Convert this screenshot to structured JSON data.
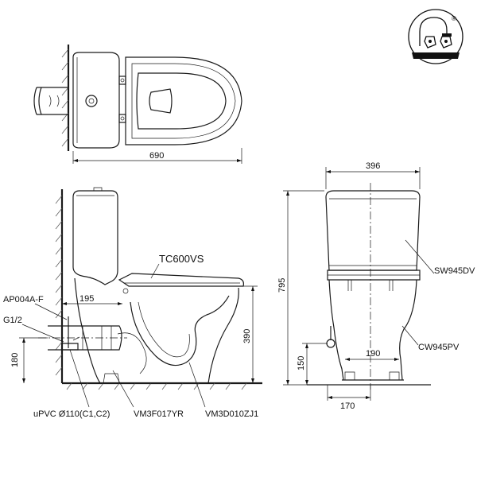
{
  "dimensions": {
    "top_length": "690",
    "front_width": "396",
    "total_height": "795",
    "rim_height": "390",
    "outlet_height": "180",
    "outlet_distance": "195",
    "inlet_height": "150",
    "foot_span": "190",
    "foot_width": "170"
  },
  "labels": {
    "seat": "TC600VS",
    "supply_valve": "AP004A-F",
    "thread": "G1/2",
    "pipe": "uPVC Ø110(C1,C2)",
    "flange": "VM3F017YR",
    "bowl_part": "VM3D010ZJ1",
    "tank": "SW945DV",
    "bowl": "CW945PV"
  },
  "logo": {
    "mark": "®"
  }
}
